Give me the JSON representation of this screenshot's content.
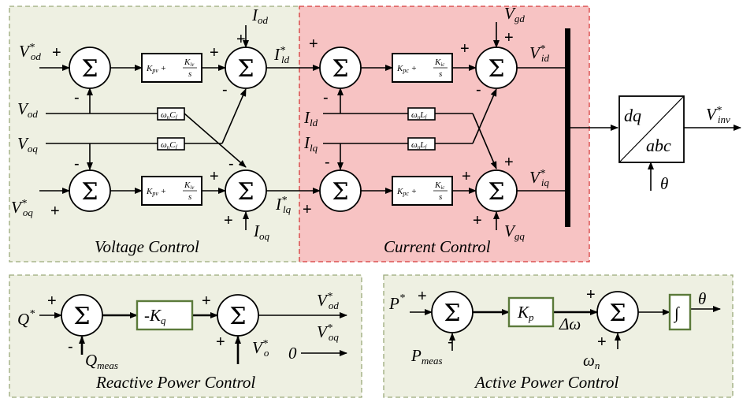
{
  "panels": {
    "voltage": {
      "title": "Voltage Control"
    },
    "current": {
      "title": "Current Control"
    },
    "reactive": {
      "title": "Reactive Power Control"
    },
    "active": {
      "title": "Active Power Control"
    }
  },
  "signals": {
    "v_od_ref": {
      "base": "V",
      "sup": "*",
      "sub": "od"
    },
    "v_oq_ref": {
      "base": "V",
      "sup": "*",
      "sub": "oq"
    },
    "v_od": {
      "base": "V",
      "sub": "od"
    },
    "v_oq": {
      "base": "V",
      "sub": "oq"
    },
    "i_od": {
      "base": "I",
      "sub": "od"
    },
    "i_oq": {
      "base": "I",
      "sub": "oq"
    },
    "i_ld_ref": {
      "base": "I",
      "sup": "*",
      "sub": "ld"
    },
    "i_lq_ref": {
      "base": "I",
      "sup": "*",
      "sub": "lq"
    },
    "i_ld": {
      "base": "I",
      "sub": "ld"
    },
    "i_lq": {
      "base": "I",
      "sub": "lq"
    },
    "v_gd": {
      "base": "V",
      "sub": "gd"
    },
    "v_gq": {
      "base": "V",
      "sub": "gq"
    },
    "v_id_ref": {
      "base": "V",
      "sup": "*",
      "sub": "id"
    },
    "v_iq_ref": {
      "base": "V",
      "sup": "*",
      "sub": "iq"
    },
    "v_inv_ref": {
      "base": "V",
      "sup": "*",
      "sub": "inv"
    },
    "theta_in": {
      "base": "θ"
    },
    "q_ref": {
      "base": "Q",
      "sup": "*"
    },
    "q_meas": {
      "base": "Q",
      "sub": "meas"
    },
    "v_o_ref": {
      "base": "V",
      "sup": "*",
      "sub": "o"
    },
    "v_od_out": {
      "base": "V",
      "sup": "*",
      "sub": "od"
    },
    "v_oq_out": {
      "base": "V",
      "sup": "*",
      "sub": "oq"
    },
    "zero": {
      "base": "0"
    },
    "p_ref": {
      "base": "P",
      "sup": "*"
    },
    "p_meas": {
      "base": "P",
      "sub": "meas"
    },
    "delta_omega": {
      "base": "Δω"
    },
    "omega_n": {
      "base": "ω",
      "sub": "n"
    },
    "theta_out": {
      "base": "θ"
    }
  },
  "blocks": {
    "sum_symbol": "Σ",
    "pi_voltage": {
      "kp": "K",
      "kp_sub": "pv",
      "ki": "K",
      "ki_sub": "iv",
      "den": "s"
    },
    "pi_current": {
      "kp": "K",
      "kp_sub": "pc",
      "ki": "K",
      "ki_sub": "ic",
      "den": "s"
    },
    "coupling_voltage": {
      "w": "ω",
      "w_sub": "n",
      "elem": "C",
      "elem_sub": "f"
    },
    "coupling_current": {
      "w": "ω",
      "w_sub": "n",
      "elem": "L",
      "elem_sub": "f"
    },
    "dq_abc": {
      "top": "dq",
      "bottom": "abc"
    },
    "kq_gain": {
      "text": "-K",
      "sub": "q"
    },
    "kp_gain": {
      "text": "K",
      "sub": "p"
    },
    "integrator": "∫"
  },
  "signs": {
    "plus": "+",
    "minus": "-"
  },
  "colors": {
    "voltage_panel_fill": "#eef0e2",
    "current_panel_fill": "#f7c3c3",
    "power_panel_fill": "#eef0e2",
    "voltage_panel_border": "#9aa97a",
    "current_panel_border": "#d63a3a",
    "power_panel_border": "#9aa97a",
    "gain_block_border": "#5b7a3a"
  }
}
